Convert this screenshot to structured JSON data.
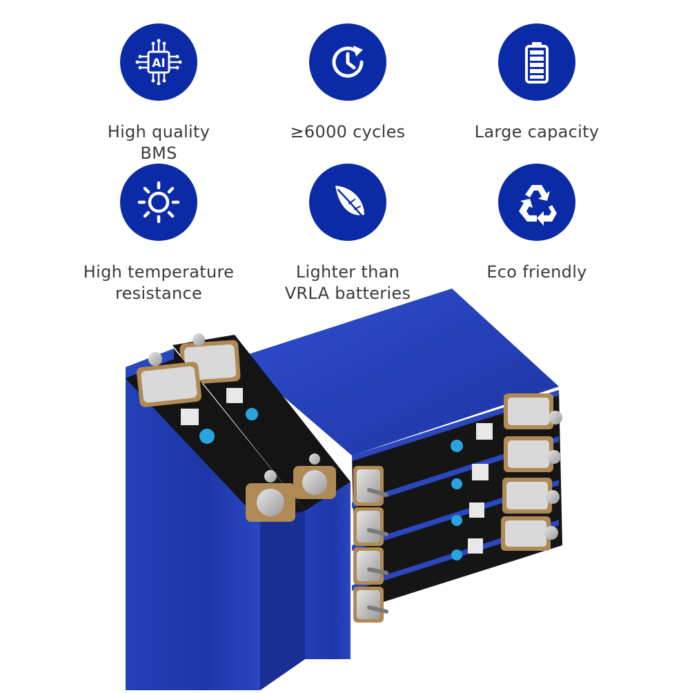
{
  "features": [
    {
      "icon": "ai-chip-icon",
      "label_lines": [
        "High quality",
        "BMS"
      ]
    },
    {
      "icon": "clock-cycle-icon",
      "label_lines": [
        "≥6000 cycles"
      ]
    },
    {
      "icon": "battery-full-icon",
      "label_lines": [
        "Large capacity"
      ]
    },
    {
      "icon": "sun-icon",
      "label_lines": [
        "High temperature",
        "resistance"
      ]
    },
    {
      "icon": "feather-icon",
      "label_lines": [
        "Lighter than",
        "VRLA batteries"
      ]
    },
    {
      "icon": "recycle-icon",
      "label_lines": [
        "Eco friendly"
      ]
    }
  ],
  "chip_text": "AI",
  "colors": {
    "icon_circle": "#0b2aa6",
    "label_text": "#3a3a3a",
    "cell_blue": "#1f3bb0",
    "cell_black": "#151515"
  }
}
